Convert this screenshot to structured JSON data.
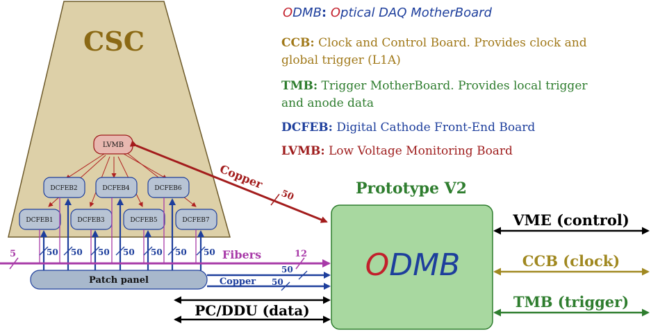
{
  "title": {
    "odmb_prefix": "O",
    "odmb_rest": "DMB",
    "colon": ":",
    "optical_o": "O",
    "optical_rest": "ptical ",
    "daq": "DAQ ",
    "mother_m": "M",
    "mother_rest": "other",
    "board_b": "B",
    "board_rest": "oard"
  },
  "legend": {
    "ccb_key": "CCB:",
    "ccb_text_1": "Clock and Control Board. Provides clock and",
    "ccb_text_2": "global trigger (L1A)",
    "tmb_key": "TMB:",
    "tmb_text_1": "Trigger MotherBoard. Provides local trigger",
    "tmb_text_2": "and anode data",
    "dcfeb_key": "DCFEB:",
    "dcfeb_text": "Digital Cathode Front-End Board",
    "lvmb_key": "LVMB:",
    "lvmb_text": "Low Voltage Monitoring Board"
  },
  "csc": {
    "label": "CSC",
    "lvmb": "LVMB",
    "dcfebs_top": [
      "DCFEB2",
      "DCFEB4",
      "DCFEB6"
    ],
    "dcfebs_bottom": [
      "DCFEB1",
      "DCFEB3",
      "DCFEB5",
      "DCFEB7"
    ],
    "patch_panel": "Patch panel"
  },
  "links": {
    "copper_top": "Copper",
    "copper_top_count": "50",
    "fibers": "Fibers",
    "fibers_count_left": "5",
    "fibers_count_right": "12",
    "dcfeb_line_counts": [
      "50",
      "50",
      "50",
      "50",
      "50",
      "50",
      "50"
    ],
    "copper_bottom": "Copper",
    "copper_bottom_count_a": "50",
    "copper_bottom_count_b": "50"
  },
  "odmb": {
    "prototype": "Prototype V2",
    "logo_o": "O",
    "logo_rest": "DMB"
  },
  "interfaces": {
    "vme": "VME (control)",
    "ccb": "CCB (clock)",
    "tmb": "TMB (trigger)",
    "pcddu": "PC/DDU (data)"
  },
  "colors": {
    "csc_fill": "#ddd0a8",
    "csc_text": "#8b6914",
    "lvmb_fill": "#e8b8b0",
    "dcfeb_fill": "#b8c4d4",
    "odmb_fill": "#a8d8a0",
    "copper_red": "#a31c1c",
    "fiber_purple": "#a83aa8",
    "blue": "#1d3e9c",
    "ccb_gold": "#a08820",
    "tmb_green": "#2e7d2e"
  }
}
